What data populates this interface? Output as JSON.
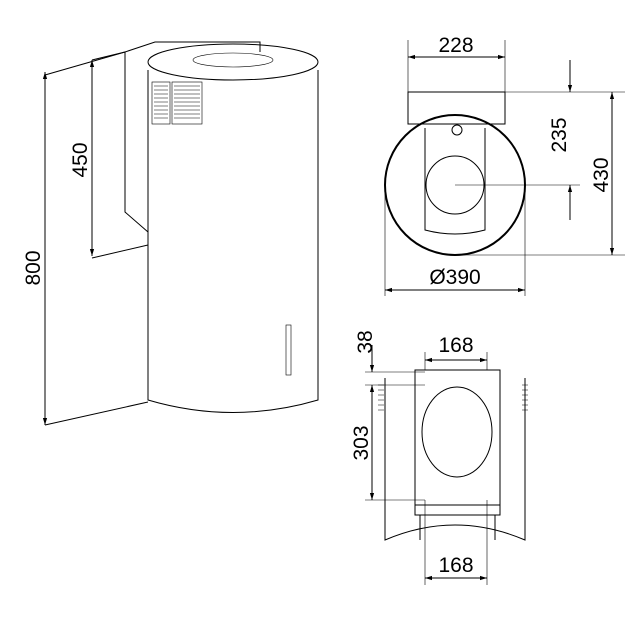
{
  "drawing": {
    "perspective_view": {
      "total_height": "800",
      "bracket_height": "450"
    },
    "top_view": {
      "bracket_width": "228",
      "center_offset": "235",
      "depth": "430",
      "diameter": "Ø390"
    },
    "rear_view": {
      "top_offset": "38",
      "top_width": "168",
      "hole_spacing": "303",
      "bottom_width": "168"
    },
    "line_color": "#000000",
    "background_color": "#ffffff"
  }
}
